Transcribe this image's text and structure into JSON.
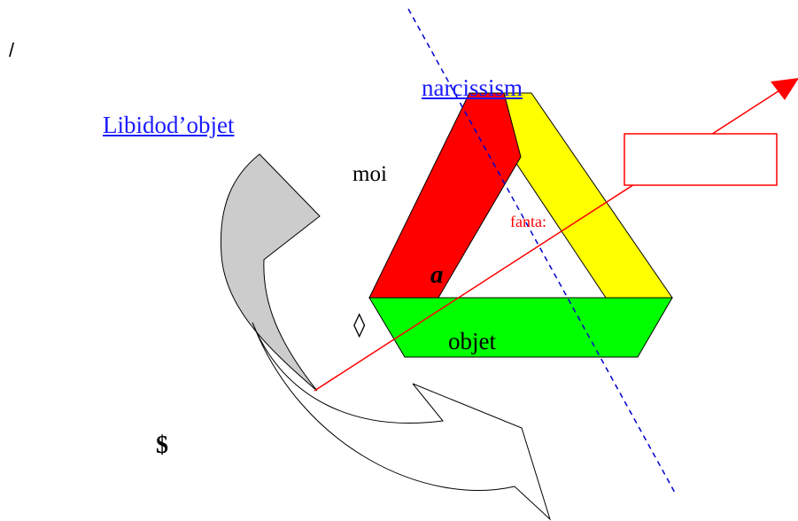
{
  "labels": {
    "slash": "/",
    "libido": "Libidod’objet",
    "narcissism": "narcissism",
    "moi": "moi",
    "fantasme": "fanta:",
    "a": "a",
    "losange": "◊",
    "objet": "objet",
    "sujet_barre": "$"
  },
  "colors": {
    "red_band": "#ff0000",
    "yellow_band": "#ffff00",
    "green_band": "#00ff00",
    "grey_arrow": "#cccccc",
    "dashed_line": "#0000cc",
    "link_text": "#1a1aff",
    "fantasme_text": "#ff0000"
  }
}
